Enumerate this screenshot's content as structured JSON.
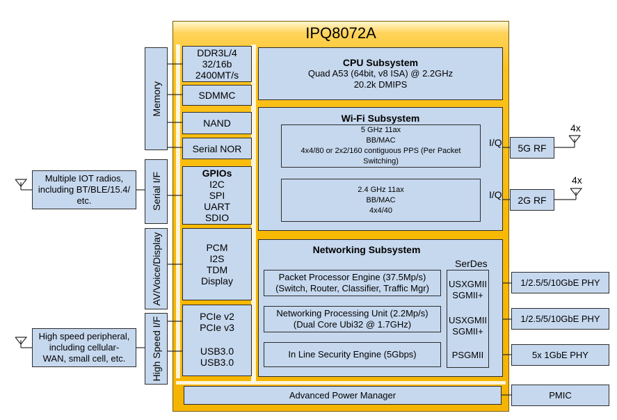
{
  "chip": {
    "title": "IPQ8072A"
  },
  "memory": {
    "label": "Memory",
    "ddr": [
      "DDR3L/4",
      "32/16b",
      "2400MT/s"
    ],
    "sdmmc": "SDMMC",
    "nand": "NAND",
    "serial_nor": "Serial NOR"
  },
  "serial_if": {
    "label": "Serial I/F",
    "gpio_title": "GPIOs",
    "items": [
      "I2C",
      "SPI",
      "UART",
      "SDIO"
    ]
  },
  "av": {
    "label": "AV/Voice/Display",
    "items": [
      "PCM",
      "I2S",
      "TDM",
      "Display"
    ]
  },
  "highspeed": {
    "label": "High Speed I/F",
    "pcie": [
      "PCIe v2",
      "PCIe v3"
    ],
    "usb": [
      "USB3.0",
      "USB3.0"
    ]
  },
  "cpu": {
    "title": "CPU Subsystem",
    "lines": [
      "Quad A53 (64bit, v8 ISA) @ 2.2GHz",
      "20.2k DMIPS"
    ]
  },
  "wifi": {
    "title": "Wi-Fi Subsystem",
    "band5": [
      "5 GHz 11ax",
      "BB/MAC",
      "4x4/80 or 2x2/160 contiguous PPS (Per Packet",
      "Switching)"
    ],
    "band24": [
      "2.4 GHz 11ax",
      "BB/MAC",
      "4x4/40"
    ],
    "iq_label": "I/Q",
    "rf5": "5G RF",
    "rf2": "2G RF",
    "antenna_count": "4x"
  },
  "networking": {
    "title": "Networking Subsystem",
    "serdes_title": "SerDes",
    "ppe": [
      "Packet Processor Engine (37.5Mp/s)",
      "(Switch, Router, Classifier, Traffic Mgr)"
    ],
    "npu": [
      "Networking Processing Unit (2.2Mp/s)",
      "(Dual Core Ubi32 @ 1.7GHz)"
    ],
    "security": "In Line Security Engine (5Gbps)",
    "serdes": [
      [
        "USXGMII",
        "SGMII+"
      ],
      [
        "USXGMII",
        "SGMII+"
      ],
      [
        "PSGMII"
      ]
    ]
  },
  "phys": [
    "1/2.5/5/10GbE PHY",
    "1/2.5/5/10GbE PHY",
    "5x 1GbE PHY"
  ],
  "power": {
    "apm": "Advanced Power Manager",
    "pmic": "PMIC"
  },
  "external": {
    "iot": [
      "Multiple IOT radios,",
      "including BT/BLE/15.4/",
      "etc."
    ],
    "hsp": [
      "High speed peripheral,",
      "including cellular-",
      "WAN, small cell, etc."
    ]
  },
  "colors": {
    "block_fill": "#c6d8ee",
    "chip_fill": "#f8b800",
    "outline": "#2b2b2b"
  }
}
